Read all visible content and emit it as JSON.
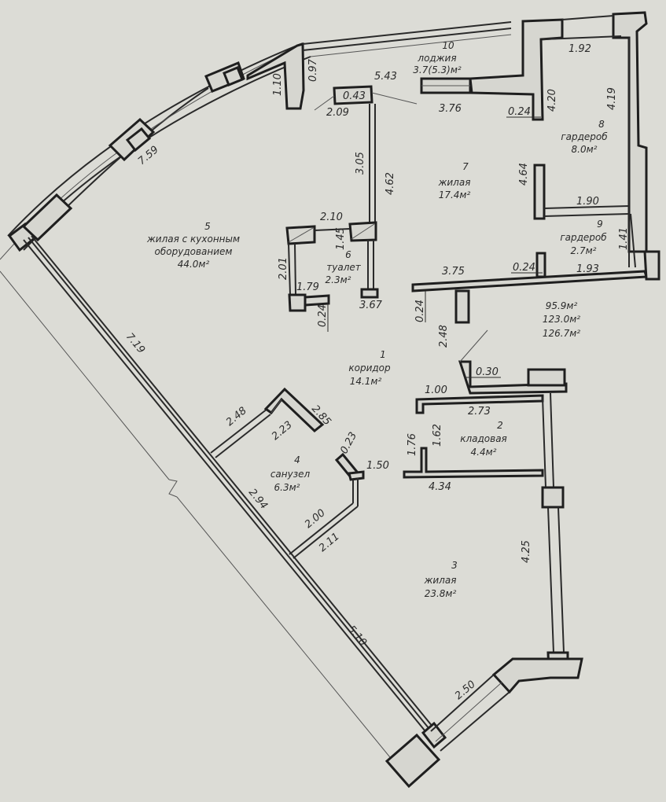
{
  "plan": {
    "colors": {
      "paper": "#dcdcd6",
      "line": "#1f1f1f",
      "text": "#2b2b2b"
    },
    "rooms": [
      {
        "number": "1",
        "name": "коридор",
        "area": "14.1м²"
      },
      {
        "number": "2",
        "name": "кладовая",
        "area": "4.4м²"
      },
      {
        "number": "3",
        "name": "жилая",
        "area": "23.8м²"
      },
      {
        "number": "4",
        "name": "санузел",
        "area": "6.3м²"
      },
      {
        "number": "5",
        "name": "жилая с кухонным",
        "name2": "оборудованием",
        "area": "44.0м²"
      },
      {
        "number": "6",
        "name": "туалет",
        "area": "2.3м²"
      },
      {
        "number": "7",
        "name": "жилая",
        "area": "17.4м²"
      },
      {
        "number": "8",
        "name": "гардероб",
        "area": "8.0м²"
      },
      {
        "number": "9",
        "name": "гардероб",
        "area": "2.7м²"
      },
      {
        "number": "10",
        "name": "лоджия",
        "area": "3.7(5.3)м²"
      }
    ],
    "totals": [
      "95.9м²",
      "123.0м²",
      "126.7м²"
    ],
    "dimensions": {
      "d_543": "5.43",
      "d_043": "0.43",
      "d_209": "2.09",
      "d_376": "3.76",
      "d_097": "0.97",
      "d_110": "1.10",
      "d_759": "7.59",
      "d_192": "1.92",
      "d_420": "4.20",
      "d_024a": "0.24",
      "d_419": "4.19",
      "d_305": "3.05",
      "d_462": "4.62",
      "d_464": "4.64",
      "d_190": "1.90",
      "d_141": "1.41",
      "d_375": "3.75",
      "d_024b": "0.24",
      "d_193": "1.93",
      "d_210": "2.10",
      "d_145": "1.45",
      "d_201": "2.01",
      "d_179": "1.79",
      "d_024c": "0.24",
      "d_367": "3.67",
      "d_024d": "0.24",
      "d_248a": "2.48",
      "d_030": "0.30",
      "d_100": "1.00",
      "d_273": "2.73",
      "d_176": "1.76",
      "d_162": "1.62",
      "d_434": "4.34",
      "d_719": "7.19",
      "d_248b": "2.48",
      "d_223": "2.23",
      "d_285": "2.85",
      "d_023": "0.23",
      "d_150": "1.50",
      "d_294": "2.94",
      "d_200": "2.00",
      "d_211": "2.11",
      "d_425": "4.25",
      "d_510": "5.10",
      "d_250": "2.50"
    }
  }
}
